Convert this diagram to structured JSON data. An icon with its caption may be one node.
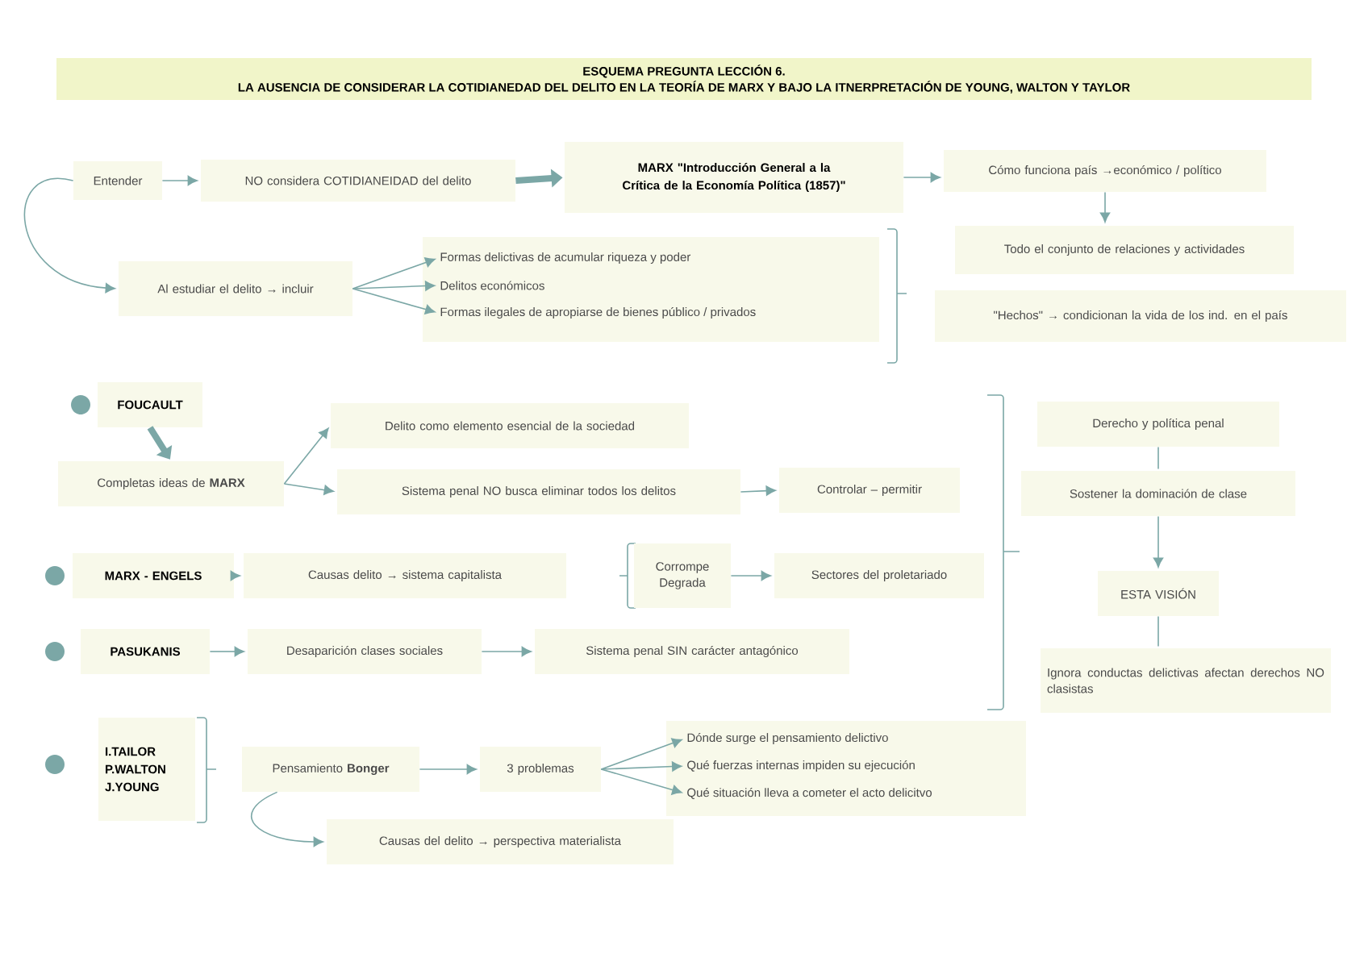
{
  "diagram": {
    "title": "ESQUEMA PREGUNTA LECCIÓN 6.",
    "nodes": [
      {
        "text": [
          "Entender"
        ]
      },
      {
        "text": [
          "NO considera COTIDIANEIDAD del delito"
        ]
      },
      {
        "text": [
          "MARX \"Introducción General a la Crítica de la Economía Política (1857)\""
        ]
      },
      {
        "text": [
          "Cómo funciona país →económico / político"
        ]
      },
      {
        "text": [
          "Todo el conjunto de relaciones y actividades"
        ]
      },
      {
        "text": [
          "\"Hechos\" → condicionan la vida de los ind. en el país"
        ]
      },
      {
        "text": [
          "Al estudiar el delito → incluir"
        ]
      },
      {
        "text": [
          "Formas delictivas de acumular riqueza y poder"
        ]
      },
      {
        "text": [
          "Delitos económicos"
        ]
      },
      {
        "text": [
          "Formas ilegales de apropiarse de bienes público / privados"
        ]
      },
      {
        "text": [
          "FOUCAULT"
        ]
      },
      {
        "text": [
          "Completas ideas de **MARX**"
        ]
      },
      {
        "text": [
          "Delito como elemento esencial de la sociedad"
        ]
      },
      {
        "text": [
          "Sistema penal NO busca eliminar todos los delitos"
        ]
      },
      {
        "text": [
          "Controlar – permitir"
        ]
      },
      {
        "text": [
          "MARX - ENGELS"
        ]
      },
      {
        "text": [
          "Causas delito → sistema capitalista"
        ]
      },
      {
        "text": [
          "Corrompe Degrada"
        ]
      },
      {
        "text": [
          "Sectores del proletariado"
        ]
      },
      {
        "text": [
          "PASUKANIS"
        ]
      },
      {
        "text": [
          "Desaparición clases sociales"
        ]
      },
      {
        "text": [
          "Sistema penal SIN carácter antagónico"
        ]
      },
      {
        "text": [
          "Derecho y política penal"
        ]
      },
      {
        "text": [
          "Sostener la dominación de clase"
        ]
      },
      {
        "text": [
          "ESTA VISIÓN"
        ]
      },
      {
        "text": [
          "Ignora conductas delictivas afectan derechos NO clasistas"
        ]
      },
      {
        "text": [
          "I.TAILOR",
          "P.WALTON",
          "J.YOUNG"
        ]
      },
      {
        "text": [
          "Pensamiento **Bonger**"
        ]
      },
      {
        "text": [
          "3 problemas"
        ]
      },
      {
        "text": [
          "Dónde surge el pensamiento delictivo"
        ]
      },
      {
        "text": [
          "Qué fuerzas internas impiden su ejecución"
        ]
      },
      {
        "text": [
          "Qué situación lleva a cometer el acto delicitvo"
        ]
      },
      {
        "text": [
          "Causas del delito → perspectiva materialista"
        ]
      }
    ],
    "edges": [
      {
        "from": 0,
        "to": 1,
        "arrow": "to"
      },
      {
        "from": 1,
        "to": 2,
        "arrow": "to",
        "style": "thick"
      },
      {
        "from": 2,
        "to": 3,
        "arrow": "to"
      },
      {
        "from": 3,
        "to": 4,
        "arrow": "to"
      },
      {
        "from": 0,
        "to": 6,
        "arrow": "to"
      },
      {
        "from": 6,
        "to": 7,
        "arrow": "to"
      },
      {
        "from": 6,
        "to": 8,
        "arrow": "to"
      },
      {
        "from": 6,
        "to": 9,
        "arrow": "to"
      },
      {
        "from": 10,
        "to": 11,
        "arrow": "to",
        "style": "thick"
      },
      {
        "from": 11,
        "to": 12,
        "arrow": "to"
      },
      {
        "from": 11,
        "to": 13,
        "arrow": "to"
      },
      {
        "from": 13,
        "to": 14,
        "arrow": "to"
      },
      {
        "from": 15,
        "to": 16,
        "arrow": "to"
      },
      {
        "from": 17,
        "to": 18,
        "arrow": "to"
      },
      {
        "from": 19,
        "to": 20,
        "arrow": "to"
      },
      {
        "from": 20,
        "to": 21,
        "arrow": "to"
      },
      {
        "from": 22,
        "to": 23,
        "arrow": "none"
      },
      {
        "from": 23,
        "to": 24,
        "arrow": "to"
      },
      {
        "from": 24,
        "to": 25,
        "arrow": "none"
      },
      {
        "from": 27,
        "to": 28,
        "arrow": "to"
      },
      {
        "from": 28,
        "to": 29,
        "arrow": "to"
      },
      {
        "from": 28,
        "to": 30,
        "arrow": "to"
      },
      {
        "from": 28,
        "to": 31,
        "arrow": "to"
      },
      {
        "from": 27,
        "to": 32,
        "arrow": "to"
      }
    ],
    "labels": [
      "LA AUSENCIA DE CONSIDERAR LA COTIDIANEDAD DEL DELITO EN LA TEORÍA DE MARX Y BAJO LA ITNERPRETACIÓN DE YOUNG, WALTON Y TAYLOR"
    ]
  }
}
